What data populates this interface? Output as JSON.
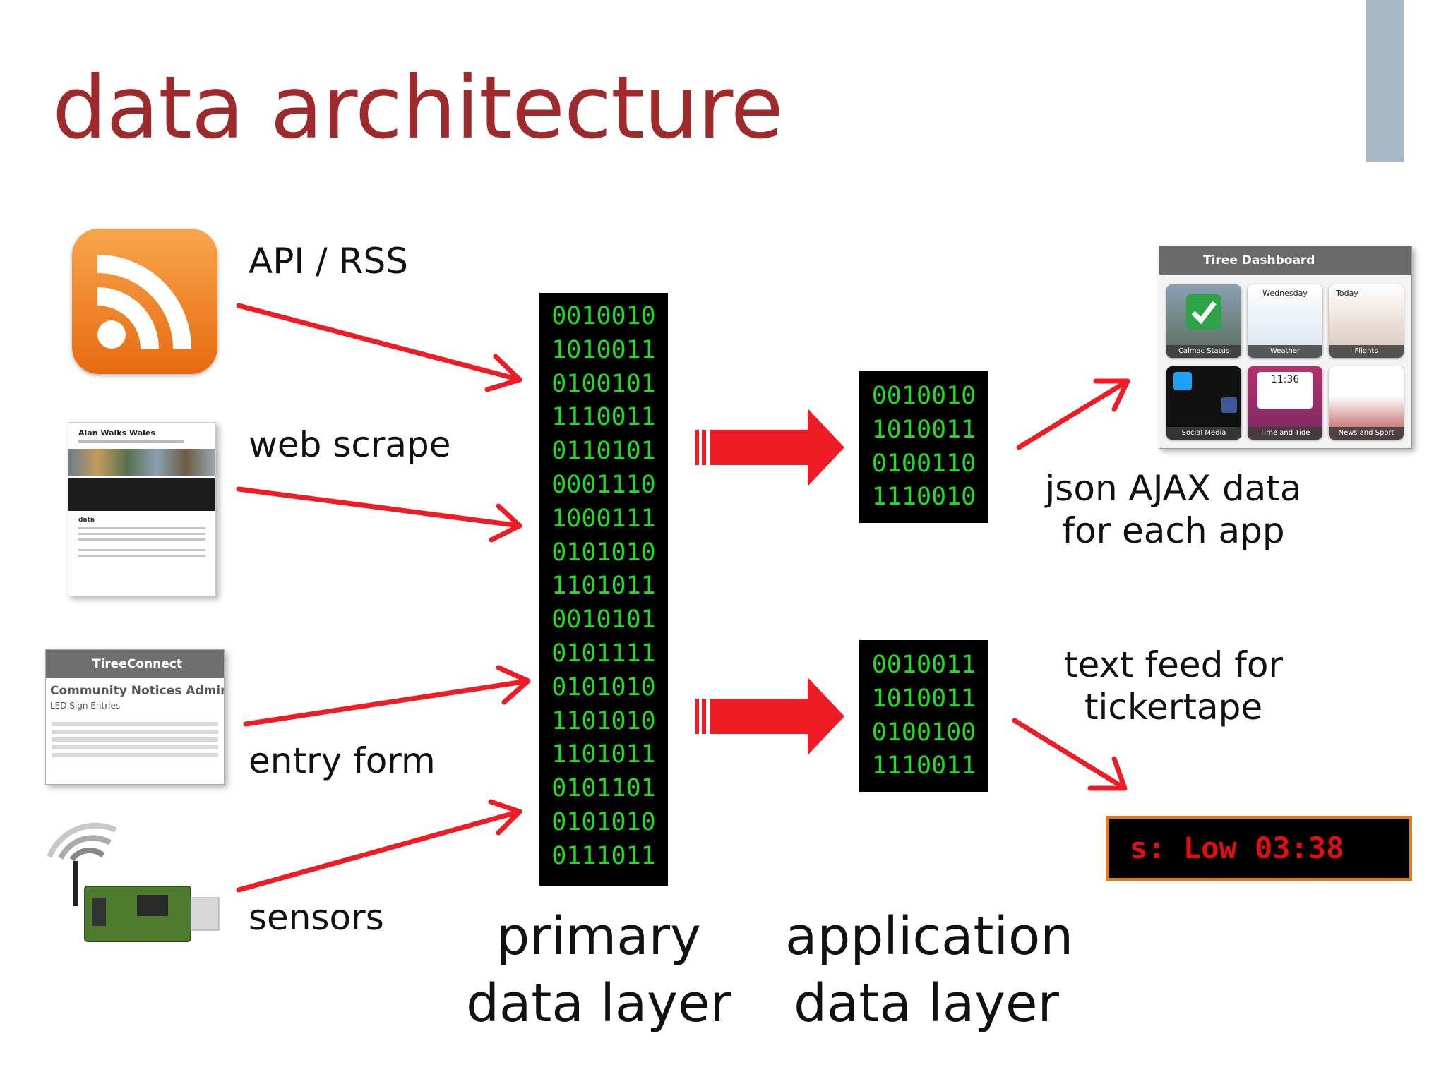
{
  "title": "data architecture",
  "sources": [
    {
      "label": "API / RSS",
      "icon": "rss-icon"
    },
    {
      "label": "web scrape",
      "icon": "webpage-thumbnail"
    },
    {
      "label": "entry form",
      "icon": "entry-form-thumbnail"
    },
    {
      "label": "sensors",
      "icon": "wireless-sensor-icon"
    }
  ],
  "primary_layer": {
    "bits": [
      "0010010",
      "1010011",
      "0100101",
      "1110011",
      "0110101",
      "0001110",
      "1000111",
      "0101010",
      "1101011",
      "0010101",
      "0101111",
      "0101010",
      "1101010",
      "1101011",
      "0101101",
      "0101010",
      "0111011"
    ],
    "label_line1": "primary",
    "label_line2": "data layer"
  },
  "application_layer": {
    "block1": [
      "0010010",
      "1010011",
      "0100110",
      "1110010"
    ],
    "block2": [
      "0010011",
      "1010011",
      "0100100",
      "1110011"
    ],
    "label_line1": "application",
    "label_line2": "data layer"
  },
  "outputs": {
    "json_line1": "json AJAX data",
    "json_line2": "for each app",
    "ticker_line1": "text feed for",
    "ticker_line2": "tickertape",
    "ticker_text": "s: Low 03:38"
  },
  "webpage_thumb": {
    "title": "Alan Walks Wales",
    "heading": "data"
  },
  "entry_form_thumb": {
    "app_name": "TireeConnect",
    "heading": "Community Notices Admin",
    "subheading": "LED Sign Entries"
  },
  "dashboard": {
    "title": "Tiree Dashboard",
    "tiles": [
      {
        "name": "Calmac Status",
        "text": ""
      },
      {
        "name": "Weather",
        "text": "Wednesday"
      },
      {
        "name": "Flights",
        "text": "Today"
      },
      {
        "name": "Social Media",
        "text": ""
      },
      {
        "name": "Time and Tide",
        "text": "11:36"
      },
      {
        "name": "News and Sport",
        "text": ""
      }
    ]
  },
  "colors": {
    "title": "#9e2a2b",
    "arrow": "#ee1c24",
    "binary": "#22dd22",
    "accent_bar": "#a8b8c6",
    "ticker_text": "#e01010",
    "ticker_border": "#e07a1e"
  }
}
